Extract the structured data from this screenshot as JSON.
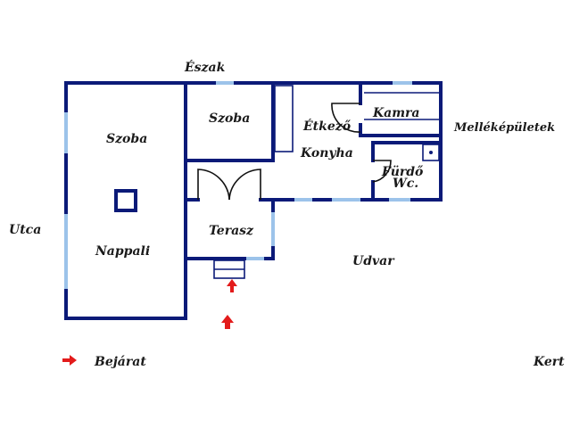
{
  "plan": {
    "north_label": "Észak",
    "street_label": "Utca",
    "outbuildings_label": "Melléképületek",
    "yard_label": "Udvar",
    "garden_label": "Kert",
    "rooms": {
      "szoba_left": "Szoba",
      "nappali": "Nappali",
      "szoba_mid": "Szoba",
      "etkezo": "Étkező",
      "konyha": "Konyha",
      "kamra": "Kamra",
      "furdo": "Fürdő",
      "wc": "Wc.",
      "terasz": "Terasz"
    }
  },
  "legend": {
    "entrance_label": "Bejárat"
  },
  "colors": {
    "wall": "#0b1a78",
    "window": "#9cc3ea",
    "arrow": "#e31b1b"
  }
}
